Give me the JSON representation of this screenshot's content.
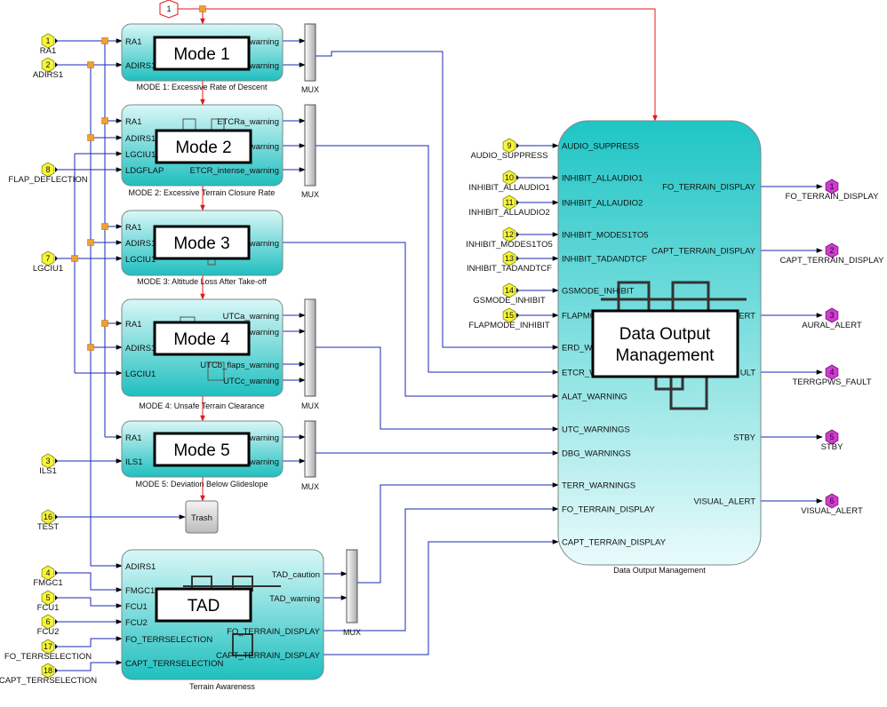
{
  "colors": {
    "block_top": "#c6f3f3",
    "block_bottom": "#22c2c2",
    "block_stroke": "#7a8a8a",
    "input_port": "#f5f53a",
    "output_port": "#d23ad2",
    "red_signal": "#e01a1a",
    "blue_signal": "#1a2ab5",
    "junction": "#f0a030"
  },
  "blocks": {
    "mode1": {
      "name": "Mode 1",
      "caption": "MODE 1: Excessive Rate of Descent",
      "inputs": [
        "RA1",
        "ADIRS1"
      ],
      "outputs": [
        "warning",
        "warning"
      ]
    },
    "mode2": {
      "name": "Mode 2",
      "caption": "MODE 2: Excessive Terrain Closure Rate",
      "inputs": [
        "RA1",
        "ADIRS1",
        "LGCIU1",
        "LDGFLAP"
      ],
      "outputs": [
        "ETCRa_warning",
        "warning",
        "ETCR_intense_warning"
      ]
    },
    "mode3": {
      "name": "Mode 3",
      "caption": "MODE 3: Altitude Loss After Take-off",
      "inputs": [
        "RA1",
        "ADIRS1",
        "LGCIU1"
      ],
      "outputs": [
        "warning"
      ]
    },
    "mode4": {
      "name": "Mode 4",
      "caption": "MODE 4: Unsafe Terrain Clearance",
      "inputs": [
        "RA1",
        "ADIRS1",
        "LGCIU1"
      ],
      "outputs": [
        "UTCa_warning",
        "warning",
        "UTCb_flaps_warning",
        "UTCc_warning"
      ]
    },
    "mode5": {
      "name": "Mode 5",
      "caption": "MODE 5: Deviation Below Glideslope",
      "inputs": [
        "RA1",
        "ILS1"
      ],
      "outputs": [
        "warning",
        "warning"
      ]
    },
    "tad": {
      "name": "TAD",
      "caption": "Terrain Awareness",
      "inputs": [
        "ADIRS1",
        "FMGC1",
        "FCU1",
        "FCU2",
        "FO_TERRSELECTION",
        "CAPT_TERRSELECTION"
      ],
      "outputs": [
        "TAD_caution",
        "TAD_warning",
        "FO_TERRAIN_DISPLAY",
        "CAPT_TERRAIN_DISPLAY"
      ]
    },
    "dom": {
      "name": "Data Output\nManagement",
      "caption": "Data Output Management",
      "inputs": [
        "AUDIO_SUPPRESS",
        "INHIBIT_ALLAUDIO1",
        "INHIBIT_ALLAUDIO2",
        "INHIBIT_MODES1TO5",
        "INHIBIT_TADANDTCF",
        "GSMODE_INHIBIT",
        "FLAPMODE_INHIBIT",
        "ERD_WARNING",
        "ETCR_WARNINGS",
        "ALAT_WARNING",
        "UTC_WARNINGS",
        "DBG_WARNINGS",
        "TERR_WARNINGS",
        "FO_TERRAIN_DISPLAY",
        "CAPT_TERRAIN_DISPLAY"
      ],
      "outputs": [
        "FO_TERRAIN_DISPLAY",
        "CAPT_TERRAIN_DISPLAY",
        "AURAL_ALERT",
        "TERRGPWS_FAULT",
        "STBY",
        "VISUAL_ALERT"
      ]
    },
    "trash": {
      "name": "Trash"
    }
  },
  "dom_visible_inputs": [
    "AUDIO_SUPPRESS",
    "INHIBIT_ALLAUDIO1",
    "INHIBIT_ALLAUDIO2",
    "INHIBIT_MODES1TO5",
    "INHIBIT_TADANDTCF",
    "GSMODE_INHIBIT",
    "FLAPMO",
    "ERD_WA",
    "ETCR_W",
    "ALAT_WARNING",
    "UTC_WARNINGS",
    "DBG_WARNINGS",
    "TERR_WARNINGS",
    "FO_TERRAIN_DISPLAY",
    "CAPT_TERRAIN_DISPLAY"
  ],
  "dom_visible_outputs": [
    "FO_TERRAIN_DISPLAY",
    "CAPT_TERRAIN_DISPLAY",
    "ERT",
    "ULT",
    "STBY",
    "VISUAL_ALERT"
  ],
  "mode_visible_outputs": {
    "mode1": [
      "warning",
      "warning"
    ],
    "mode2": [
      "ETCRa_warning",
      "warning",
      "ETCR_intense_warning"
    ],
    "mode3": [
      "warning"
    ],
    "mode4": [
      "UTCa_warning",
      "warning",
      "UTCb_flaps_warning",
      "UTCc_warning"
    ],
    "mode5": [
      "warning",
      "warning"
    ]
  },
  "mux_label": "MUX",
  "inports": [
    {
      "num": "1",
      "label": "RA1"
    },
    {
      "num": "2",
      "label": "ADIRS1"
    },
    {
      "num": "8",
      "label": "FLAP_DEFLECTION"
    },
    {
      "num": "7",
      "label": "LGCIU1"
    },
    {
      "num": "3",
      "label": "ILS1"
    },
    {
      "num": "16",
      "label": "TEST"
    },
    {
      "num": "4",
      "label": "FMGC1"
    },
    {
      "num": "5",
      "label": "FCU1"
    },
    {
      "num": "6",
      "label": "FCU2"
    },
    {
      "num": "17",
      "label": "FO_TERRSELECTION"
    },
    {
      "num": "18",
      "label": "CAPT_TERRSELECTION"
    },
    {
      "num": "9",
      "label": "AUDIO_SUPPRESS"
    },
    {
      "num": "10",
      "label": "INHIBIT_ALLAUDIO1"
    },
    {
      "num": "11",
      "label": "INHIBIT_ALLAUDIO2"
    },
    {
      "num": "12",
      "label": "INHIBIT_MODES1TO5"
    },
    {
      "num": "13",
      "label": "INHIBIT_TADANDTCF"
    },
    {
      "num": "14",
      "label": "GSMODE_INHIBIT"
    },
    {
      "num": "15",
      "label": "FLAPMODE_INHIBIT"
    }
  ],
  "outports": [
    {
      "num": "1",
      "label": "FO_TERRAIN_DISPLAY"
    },
    {
      "num": "2",
      "label": "CAPT_TERRAIN_DISPLAY"
    },
    {
      "num": "3",
      "label": "AURAL_ALERT"
    },
    {
      "num": "4",
      "label": "TERRGPWS_FAULT"
    },
    {
      "num": "5",
      "label": "STBY"
    },
    {
      "num": "6",
      "label": "VISUAL_ALERT"
    }
  ],
  "top_inport_num": "1"
}
